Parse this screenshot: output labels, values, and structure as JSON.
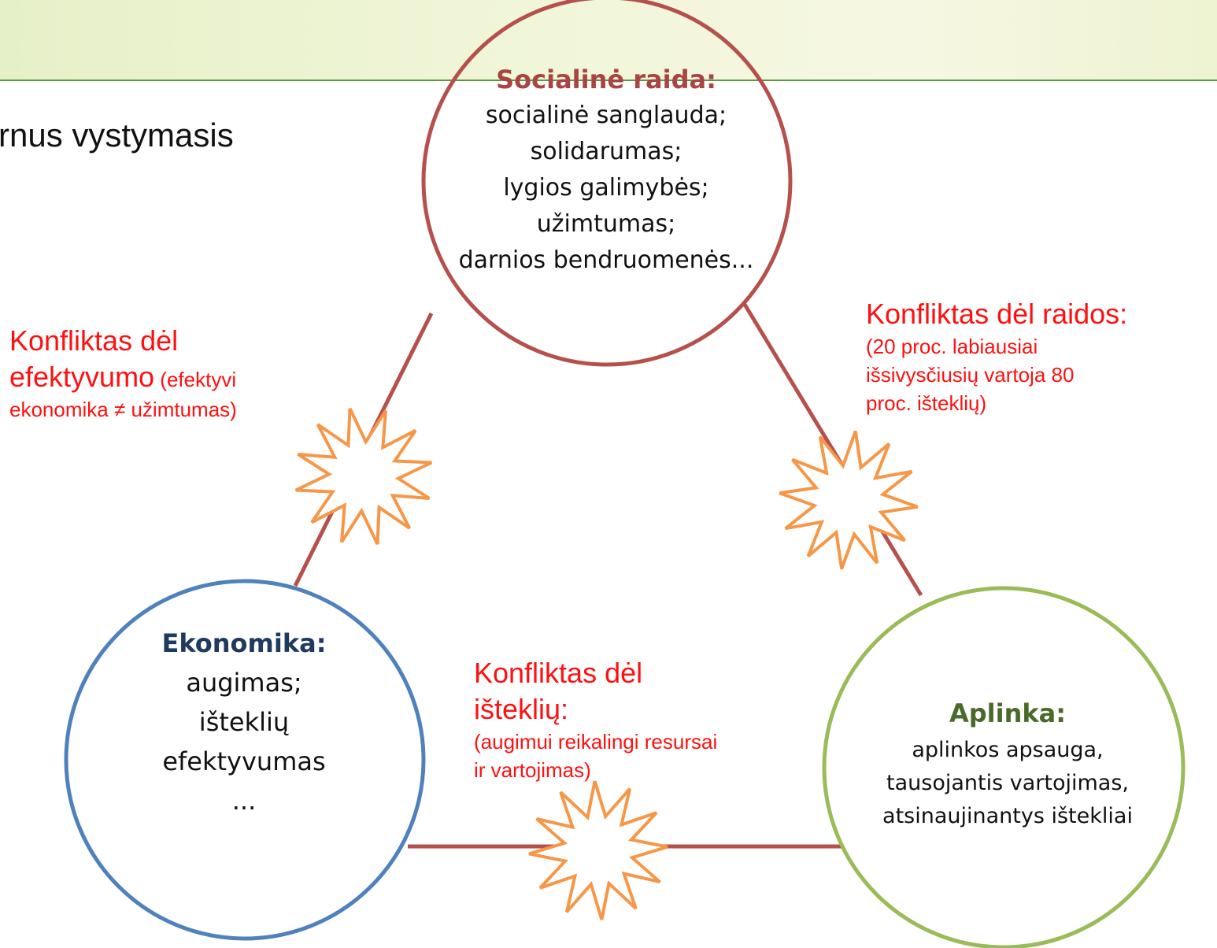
{
  "title": "rnus vystymasis",
  "colors": {
    "social": "#b5504d",
    "economy": "#4f81bd",
    "environment": "#9bbb59",
    "conflict_text": "#ff1010",
    "starburst": "#f79646",
    "connector": "#b5504d"
  },
  "social": {
    "heading": "Socialinė raida:",
    "lines": [
      "socialinė sanglauda;",
      "solidarumas;",
      "lygios galimybės;",
      "užimtumas;",
      "darnios bendruomenės..."
    ]
  },
  "economy": {
    "heading": "Ekonomika:",
    "lines": [
      "augimas;",
      "išteklių",
      "efektyvumas",
      "..."
    ]
  },
  "environment": {
    "heading": "Aplinka:",
    "lines": [
      "aplinkos apsauga,",
      "tausojantis vartojimas,",
      "atsinaujinantys ištekliai"
    ]
  },
  "conflicts": {
    "efficiency": {
      "line1": "Konfliktas dėl",
      "line2_big": "efektyvumo",
      "line2_small": " (efektyvi",
      "line3": "ekonomika ≠ užimtumas)"
    },
    "development": {
      "title": "Konfliktas dėl raidos:",
      "lines": [
        "(20 proc. labiausiai",
        "išsivysčiusių vartoja 80",
        "proc. išteklių)"
      ]
    },
    "resources": {
      "title_lines": [
        "Konfliktas dėl",
        "išteklių:"
      ],
      "lines": [
        "(augimui reikalingi resursai",
        "ir vartojimas)"
      ]
    }
  }
}
